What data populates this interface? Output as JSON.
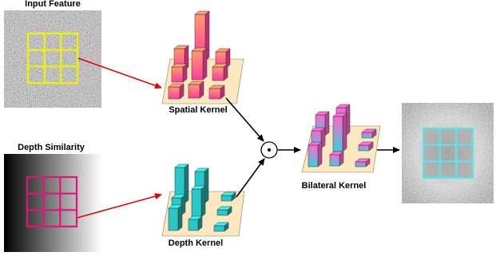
{
  "labels": {
    "input_feature": "Input Feature",
    "depth_similarity": "Depth Similarity",
    "spatial_kernel": "Spatial Kernel",
    "depth_kernel": "Depth Kernel",
    "bilateral_kernel": "Bilateral Kernel"
  },
  "operator": {
    "symbol": "⊙"
  },
  "colors": {
    "input_grid": "#f2f200",
    "depth_grid": "#e0157a",
    "output_grid": "#58e6ee",
    "arrow_input": "#e60000",
    "arrow_black": "#000000",
    "tray": "#fbe7c0",
    "spatial_bar_top": "#ff9a70",
    "spatial_bar_bottom": "#ff3c9e",
    "depth_bar": "#2bc6c6",
    "bilateral_bar_top": "#ff66cc",
    "bilateral_bar_bottom": "#39d0e0"
  }
}
